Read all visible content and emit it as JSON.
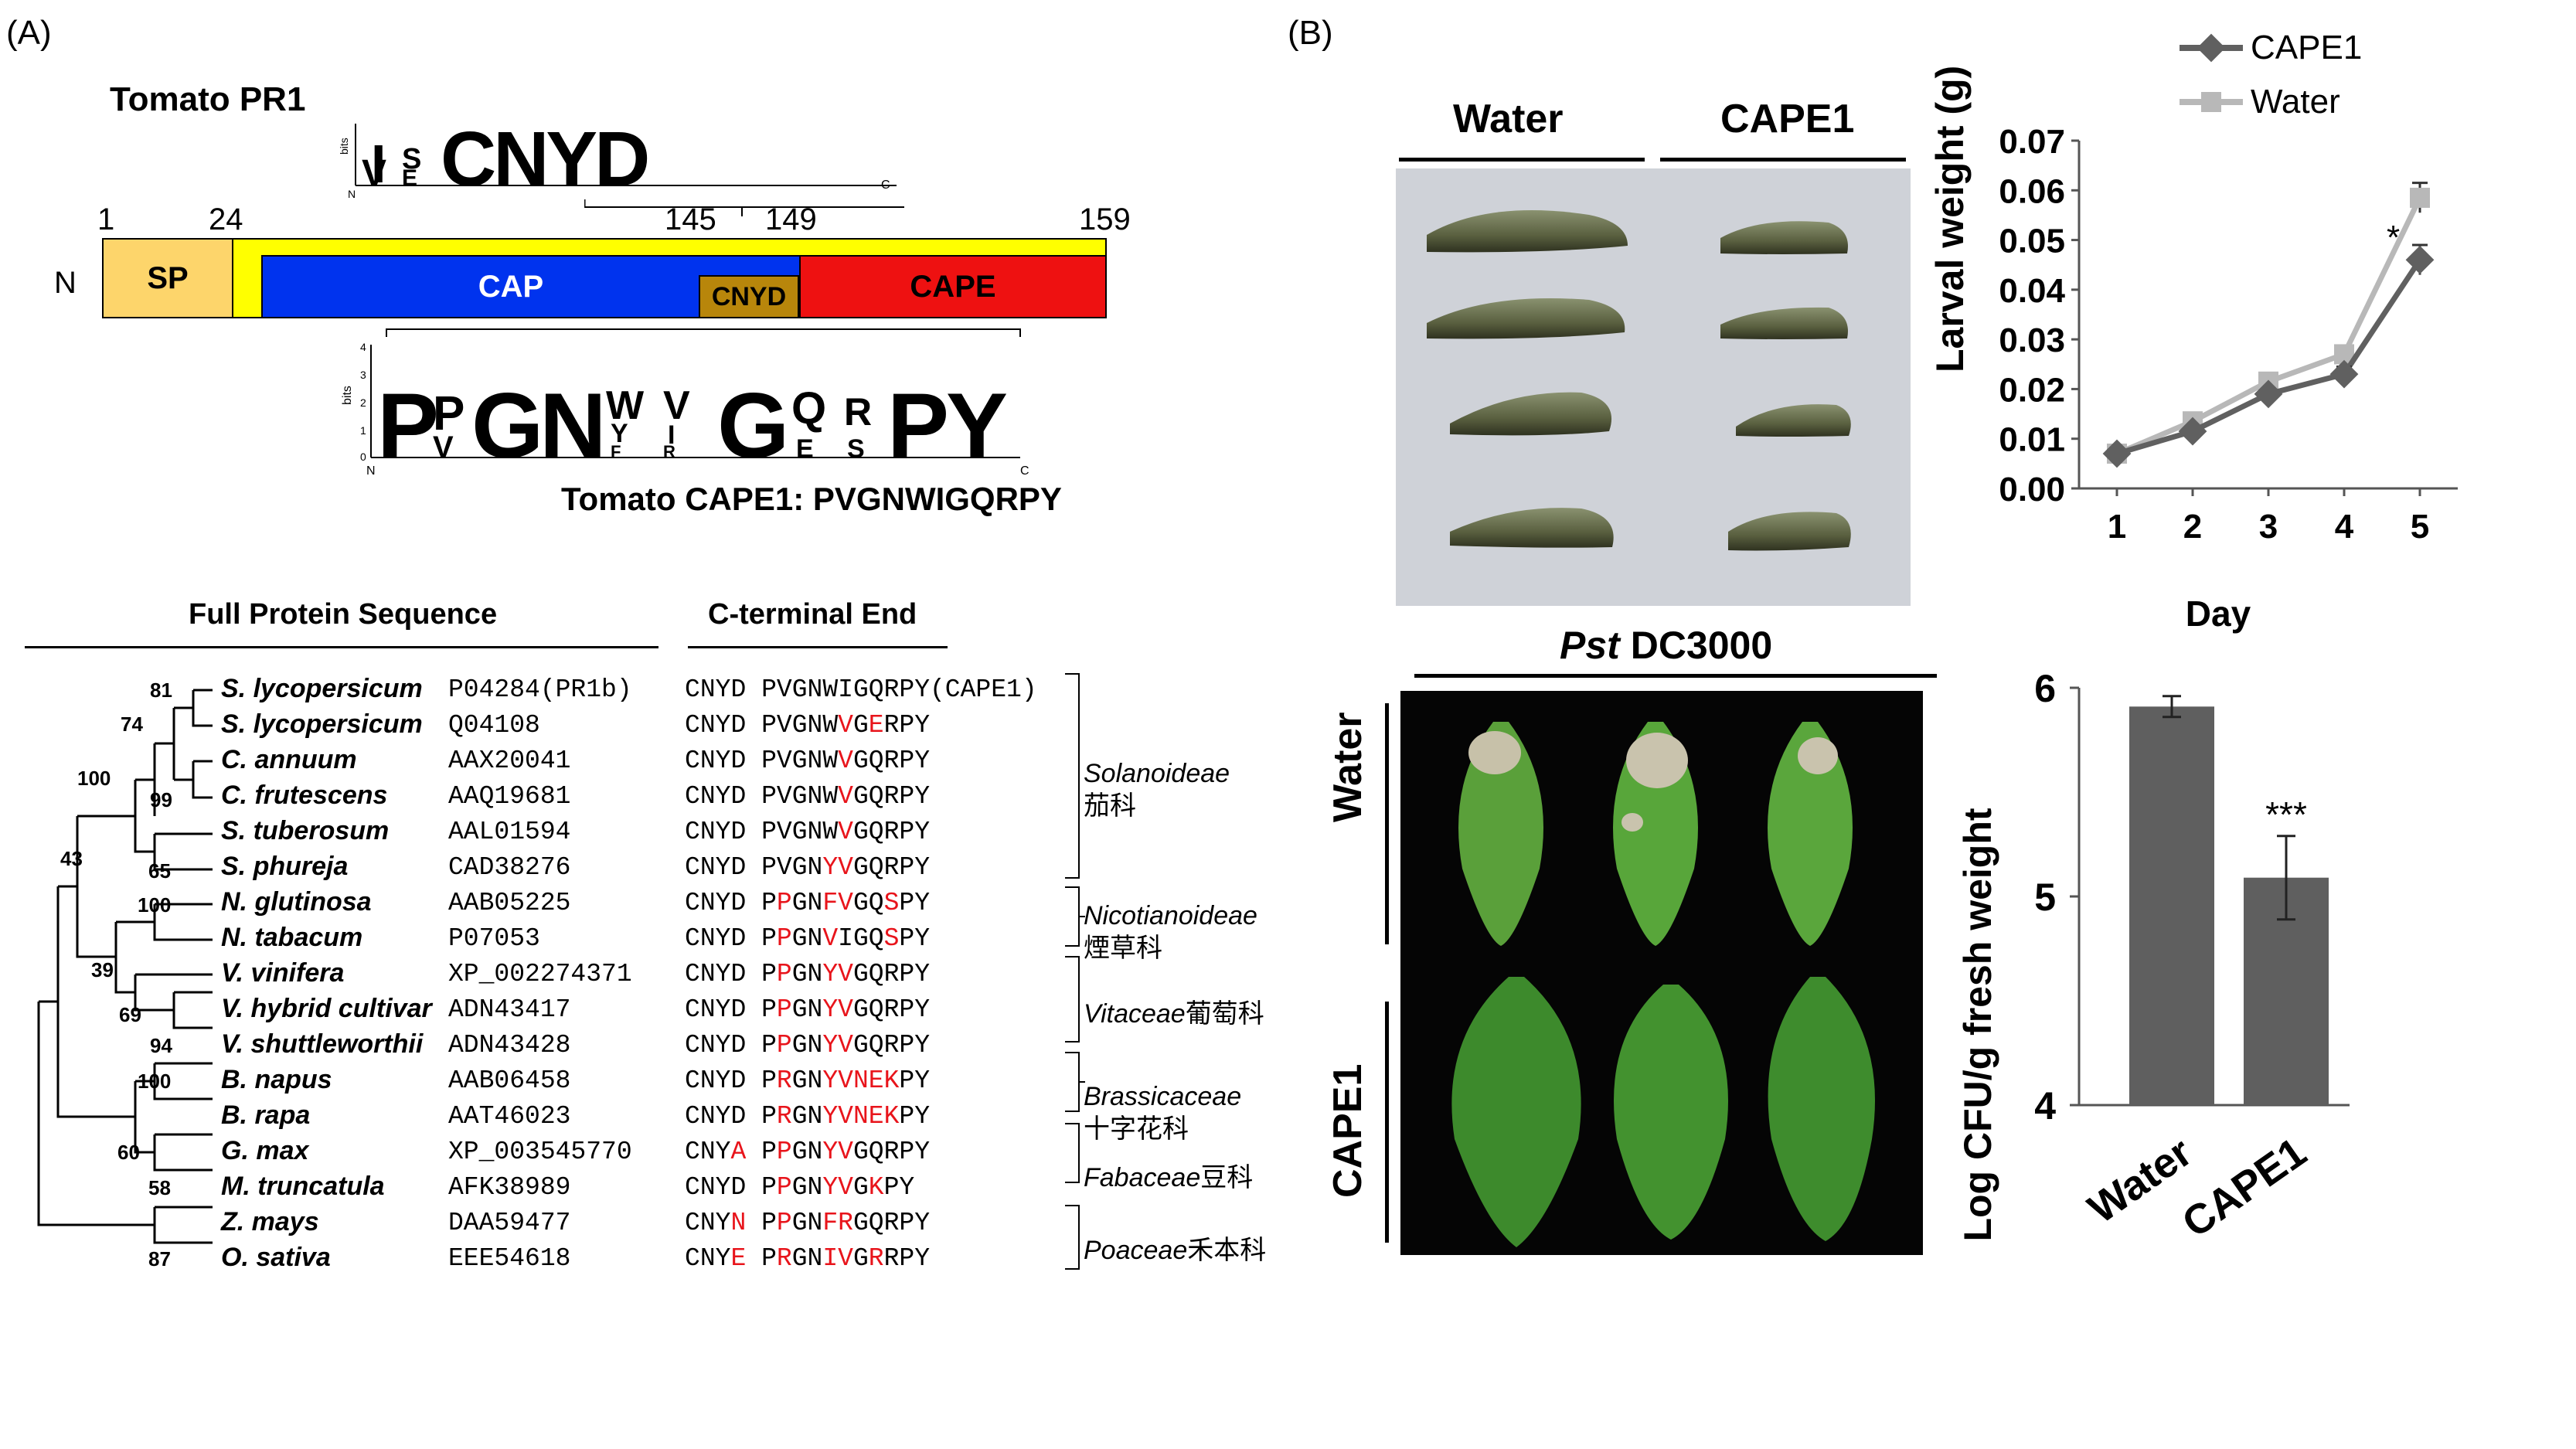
{
  "panel_a": {
    "label": "(A)",
    "title": "Tomato PR1",
    "positions": [
      "1",
      "24",
      "145",
      "149",
      "159"
    ],
    "n_terminus": "N",
    "domains": {
      "sp": "SP",
      "cap": "CAP",
      "cnyd": "CNYD",
      "cape": "CAPE"
    },
    "logo_top": {
      "letters": "CNYD",
      "axis_label": "bits"
    },
    "logo_bottom": {
      "letters": [
        "P",
        "P",
        "G",
        "N",
        "W",
        "V",
        "G",
        "Q",
        "R",
        "P",
        "Y"
      ],
      "axis_label": "bits",
      "ticks": [
        "4",
        "3",
        "2",
        "1",
        "0"
      ]
    },
    "cape1_caption": "Tomato CAPE1: PVGNWIGQRPY",
    "headers": {
      "full": "Full Protein Sequence",
      "cterm": "C-terminal End"
    },
    "species": [
      {
        "name": "S. lycopersicum",
        "acc": "P04284(PR1b)",
        "cnyd": "CNYD",
        "seq": "PVGNWIGQRPY",
        "suffix": "(CAPE1)"
      },
      {
        "name": "S. lycopersicum",
        "acc": "Q04108",
        "cnyd": "CNYD",
        "seq": "PVGNWVGERPY"
      },
      {
        "name": "C. annuum",
        "acc": "AAX20041",
        "cnyd": "CNYD",
        "seq": "PVGNWVGQRPY"
      },
      {
        "name": "C. frutescens",
        "acc": "AAQ19681",
        "cnyd": "CNYD",
        "seq": "PVGNWVGQRPY"
      },
      {
        "name": "S. tuberosum",
        "acc": "AAL01594",
        "cnyd": "CNYD",
        "seq": "PVGNWVGQRPY"
      },
      {
        "name": "S. phureja",
        "acc": "CAD38276",
        "cnyd": "CNYD",
        "seq": "PVGNYVGQRPY"
      },
      {
        "name": "N. glutinosa",
        "acc": "AAB05225",
        "cnyd": "CNYD",
        "seq": "PPGNFVGQSPY"
      },
      {
        "name": "N. tabacum",
        "acc": "P07053",
        "cnyd": "CNYD",
        "seq": "PPGNVIGQSPY"
      },
      {
        "name": "V. vinifera",
        "acc": "XP_002274371",
        "cnyd": "CNYD",
        "seq": "PPGNYVGQRPY"
      },
      {
        "name": "V. hybrid cultivar",
        "acc": "ADN43417",
        "cnyd": "CNYD",
        "seq": "PPGNYVGQRPY"
      },
      {
        "name": "V. shuttleworthii",
        "acc": "ADN43428",
        "cnyd": "CNYD",
        "seq": "PPGNYVGQRPY"
      },
      {
        "name": "B. napus",
        "acc": "AAB06458",
        "cnyd": "CNYD",
        "seq": "PRGNYVNEKPY"
      },
      {
        "name": "B. rapa",
        "acc": "AAT46023",
        "cnyd": "CNYD",
        "seq": "PRGNYVNEKPY"
      },
      {
        "name": "G. max",
        "acc": "XP_003545770",
        "cnyd": "CNYA",
        "seq": "PPGNYVGQRPY"
      },
      {
        "name": "M. truncatula",
        "acc": "AFK38989",
        "cnyd": "CNYD",
        "seq": "PPGNYVGKPY"
      },
      {
        "name": "Z. mays",
        "acc": "DAA59477",
        "cnyd": "CNYN",
        "seq": "PPGNFRGQRPY"
      },
      {
        "name": "O. sativa",
        "acc": "EEE54618",
        "cnyd": "CNYE",
        "seq": "PRGNIVGRRPY"
      }
    ],
    "bootstrap": [
      "81",
      "74",
      "100",
      "99",
      "43",
      "65",
      "100",
      "39",
      "69",
      "94",
      "100",
      "60",
      "58",
      "87"
    ],
    "families": [
      {
        "latin": "Solanoideae",
        "cn": "茄科"
      },
      {
        "latin": "Nicotianoideae",
        "cn": "煙草科"
      },
      {
        "latin": "Vitaceae",
        "cn": "葡萄科"
      },
      {
        "latin": "Brassicaceae",
        "cn": "十字花科"
      },
      {
        "latin": "Fabaceae",
        "cn": "豆科"
      },
      {
        "latin": "Poaceae",
        "cn": "禾本科"
      }
    ]
  },
  "panel_b": {
    "label": "(B)",
    "photo_headers": {
      "water": "Water",
      "cape1": "CAPE1"
    },
    "pst_title_italic": "Pst",
    "pst_title_rest": " DC3000",
    "leaf_rows": {
      "water": "Water",
      "cape1": "CAPE1"
    }
  },
  "chart_data": [
    {
      "type": "line",
      "title": "",
      "xlabel": "Day",
      "ylabel": "Larval weight (g)",
      "x": [
        1,
        2,
        3,
        4,
        5
      ],
      "ylim": [
        0.0,
        0.07
      ],
      "yticks": [
        "0.00",
        "0.01",
        "0.02",
        "0.03",
        "0.04",
        "0.05",
        "0.06",
        "0.07"
      ],
      "legend_position": "top",
      "grid": false,
      "series": [
        {
          "name": "CAPE1",
          "color": "#606060",
          "marker": "diamond",
          "values": [
            0.007,
            0.0115,
            0.019,
            0.023,
            0.046
          ],
          "error": [
            0.001,
            0.001,
            0.001,
            0.0015,
            0.003
          ]
        },
        {
          "name": "Water",
          "color": "#b8b8b8",
          "marker": "square",
          "values": [
            0.007,
            0.0135,
            0.0215,
            0.027,
            0.0585
          ],
          "error": [
            0.001,
            0.001,
            0.001,
            0.0015,
            0.003
          ]
        }
      ],
      "annotations": [
        "*"
      ]
    },
    {
      "type": "bar",
      "title": "",
      "xlabel": "",
      "ylabel": "Log CFU/g fresh weight",
      "categories": [
        "Water",
        "CAPE1"
      ],
      "values": [
        5.91,
        5.09
      ],
      "error": [
        0.05,
        0.2
      ],
      "ylim": [
        4,
        6
      ],
      "yticks": [
        "4",
        "5",
        "6"
      ],
      "color": "#5f5f5f",
      "grid": false,
      "annotations": [
        "***"
      ]
    }
  ]
}
